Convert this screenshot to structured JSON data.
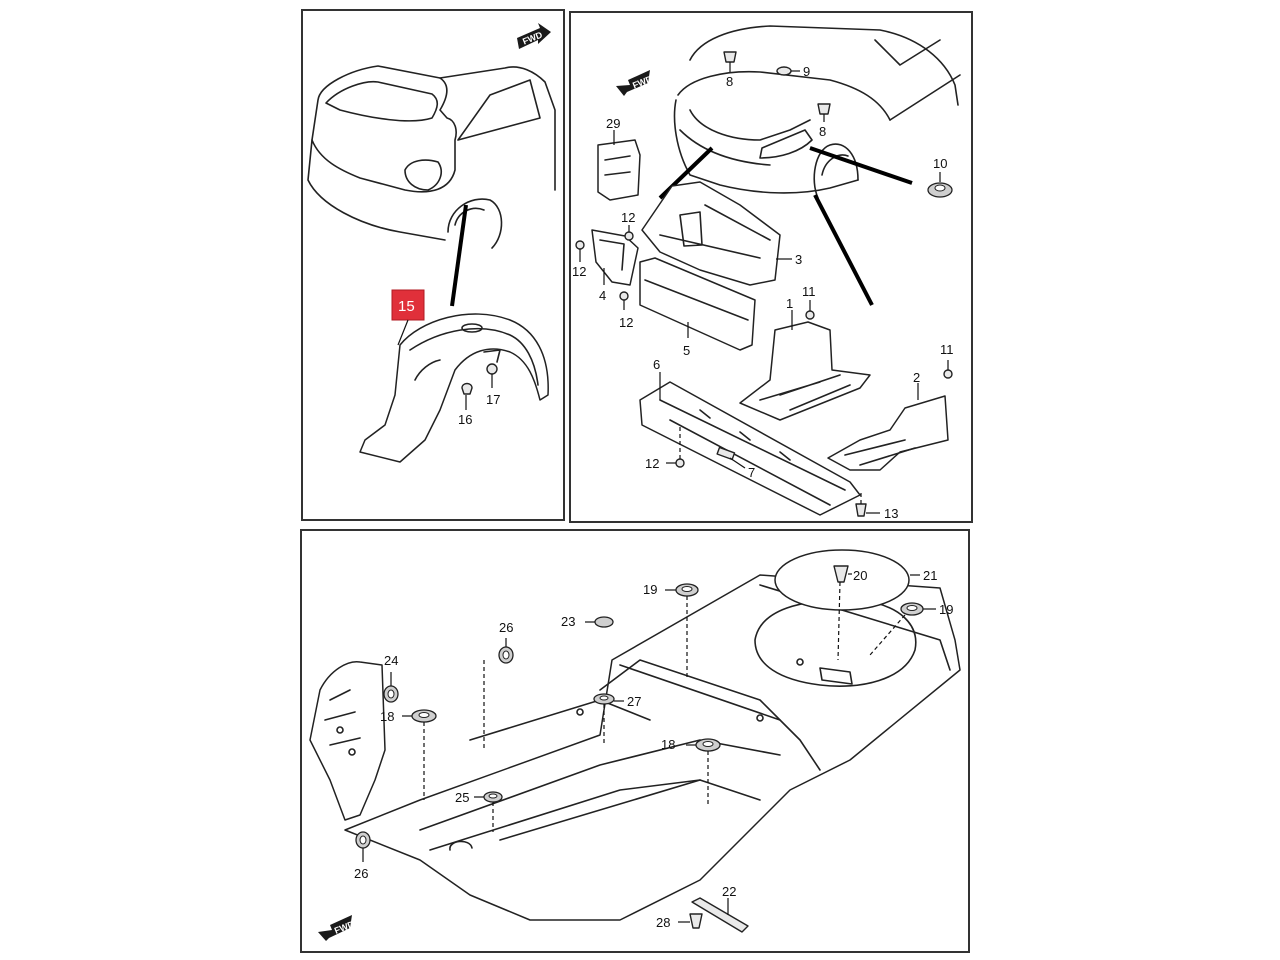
{
  "highlight": {
    "part_number": "15",
    "color": "#e0303a"
  },
  "fwd_arrows": [
    {
      "label": "FWD"
    },
    {
      "label": "FWD"
    },
    {
      "label": "FWD"
    }
  ],
  "callouts": {
    "c15": "15",
    "c16": "16",
    "c17": "17",
    "c29": "29",
    "c12a": "12",
    "c12b": "12",
    "c12c": "12",
    "c12d": "12",
    "c4": "4",
    "c3": "3",
    "c5": "5",
    "c1": "1",
    "c11a": "11",
    "c11b": "11",
    "c2": "2",
    "c6": "6",
    "c7": "7",
    "c13": "13",
    "c8a": "8",
    "c8b": "8",
    "c9": "9",
    "c10": "10",
    "c19a": "19",
    "c19b": "19",
    "c20": "20",
    "c21": "21",
    "c23": "23",
    "c26a": "26",
    "c26b": "26",
    "c24": "24",
    "c18a": "18",
    "c18b": "18",
    "c27": "27",
    "c25": "25",
    "c22": "22",
    "c28": "28"
  }
}
